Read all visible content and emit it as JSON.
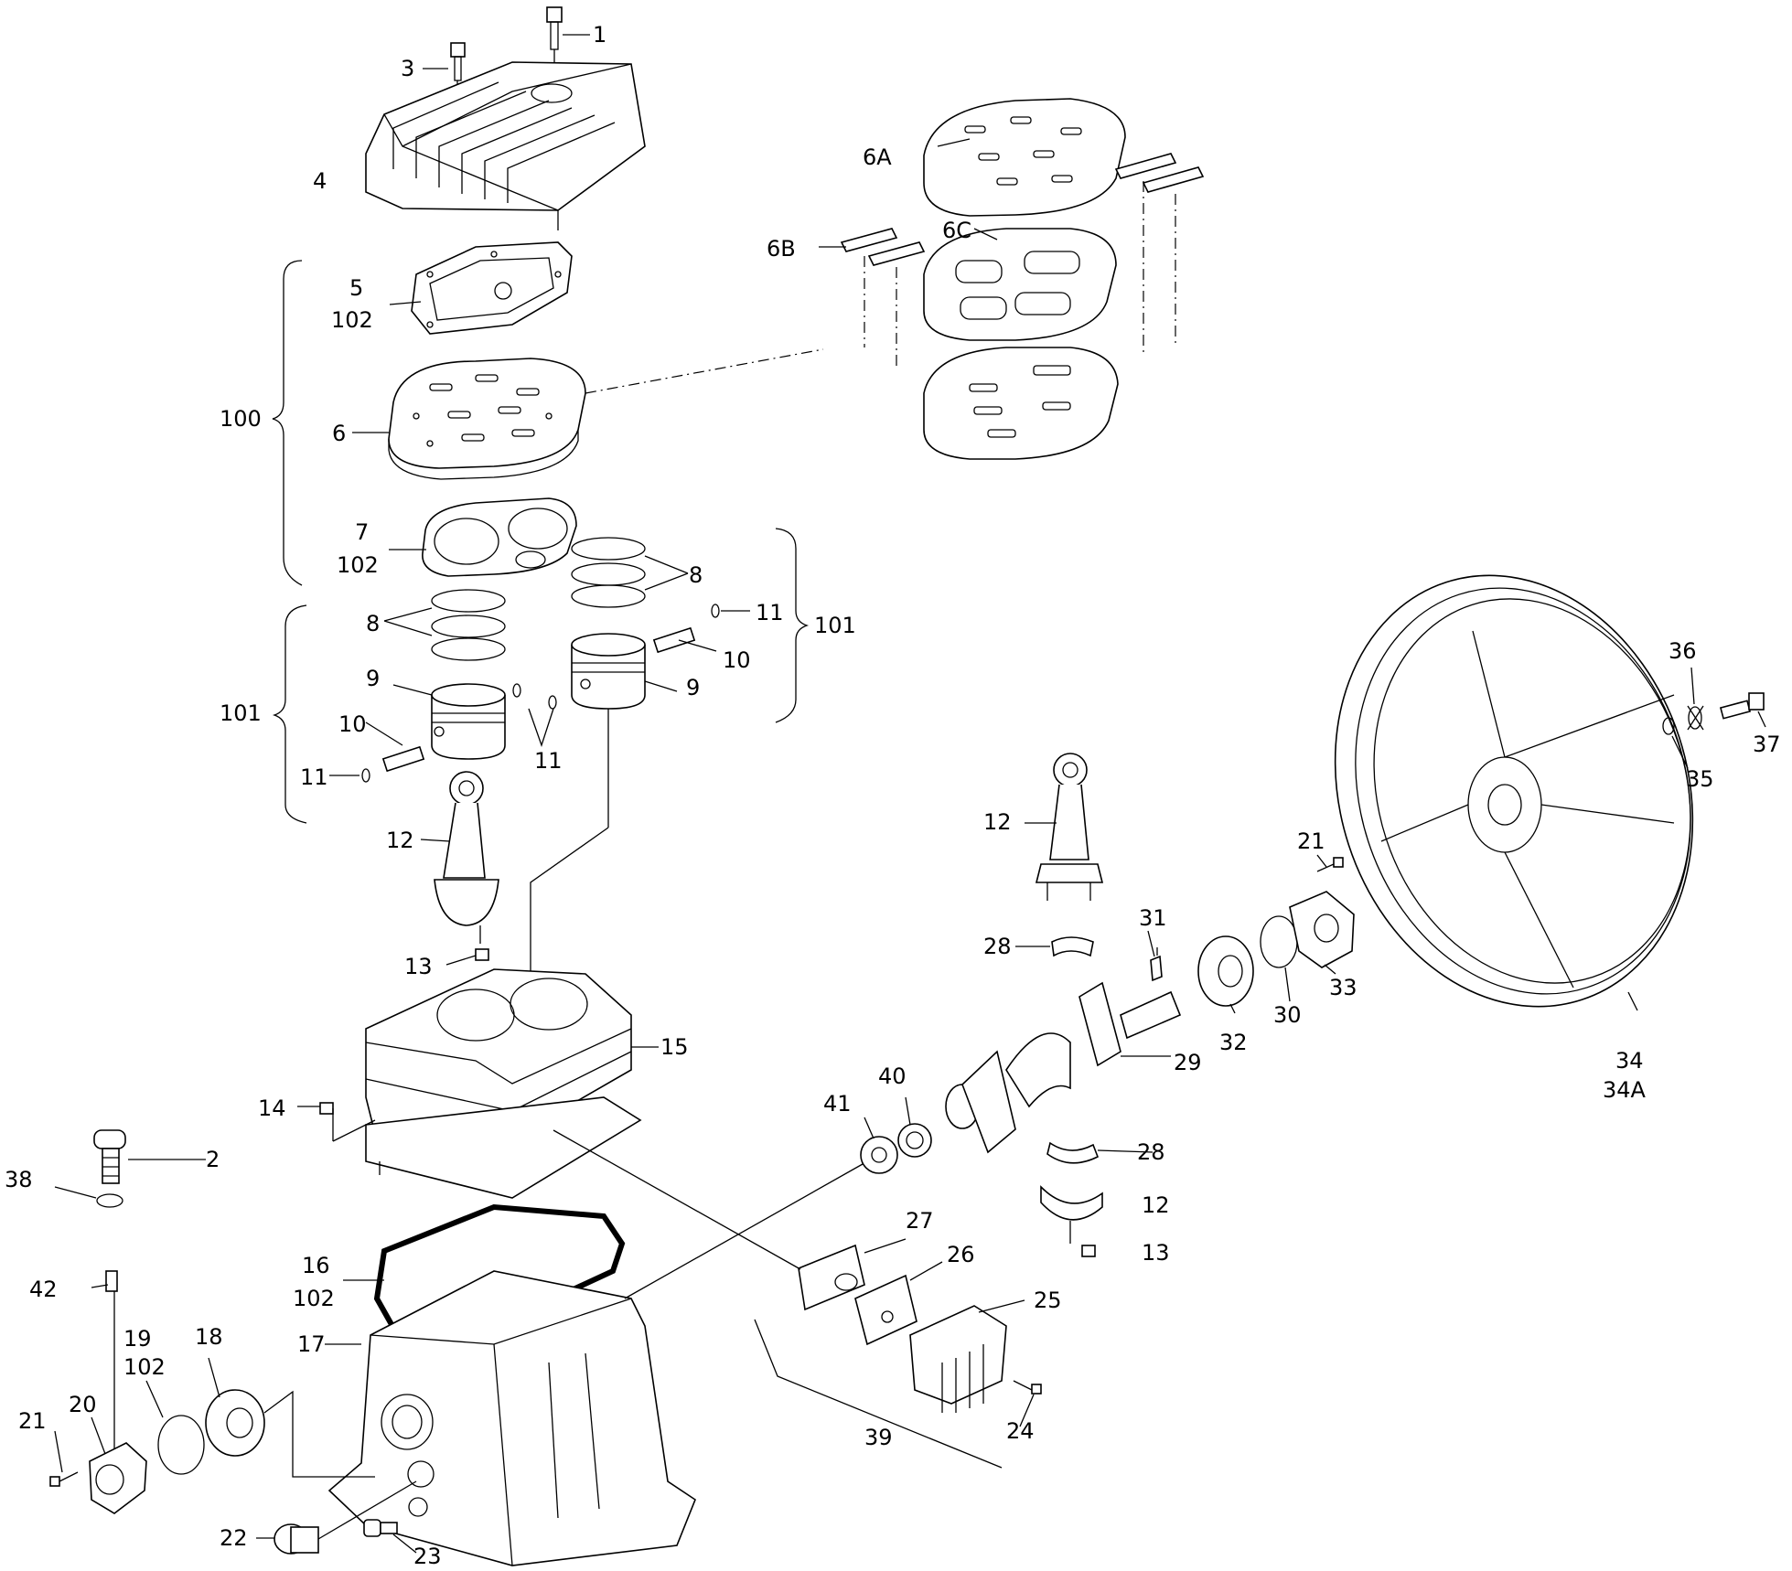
{
  "labels": {
    "p1": "1",
    "p2": "2",
    "p3": "3",
    "p4": "4",
    "p5": "5",
    "p5b": "102",
    "p6": "6",
    "p6a": "6A",
    "p6b": "6B",
    "p6c": "6C",
    "p7": "7",
    "p7b": "102",
    "p8a": "8",
    "p8b": "8",
    "p9a": "9",
    "p9b": "9",
    "p10a": "10",
    "p10b": "10",
    "p11a": "11",
    "p11b": "11",
    "p11c": "11",
    "p12a": "12",
    "p12b": "12",
    "p12c": "12",
    "p13a": "13",
    "p13b": "13",
    "p14": "14",
    "p15": "15",
    "p16": "16",
    "p16b": "102",
    "p17": "17",
    "p18": "18",
    "p19": "19",
    "p19b": "102",
    "p20": "20",
    "p21a": "21",
    "p21b": "21",
    "p22": "22",
    "p23": "23",
    "p24": "24",
    "p25": "25",
    "p26": "26",
    "p27": "27",
    "p28a": "28",
    "p28b": "28",
    "p29": "29",
    "p30": "30",
    "p31": "31",
    "p32": "32",
    "p33": "33",
    "p34": "34",
    "p34a": "34A",
    "p35": "35",
    "p36": "36",
    "p37": "37",
    "p38": "38",
    "p39": "39",
    "p40": "40",
    "p41": "41",
    "p42": "42",
    "p100": "100",
    "p101a": "101",
    "p101b": "101"
  }
}
